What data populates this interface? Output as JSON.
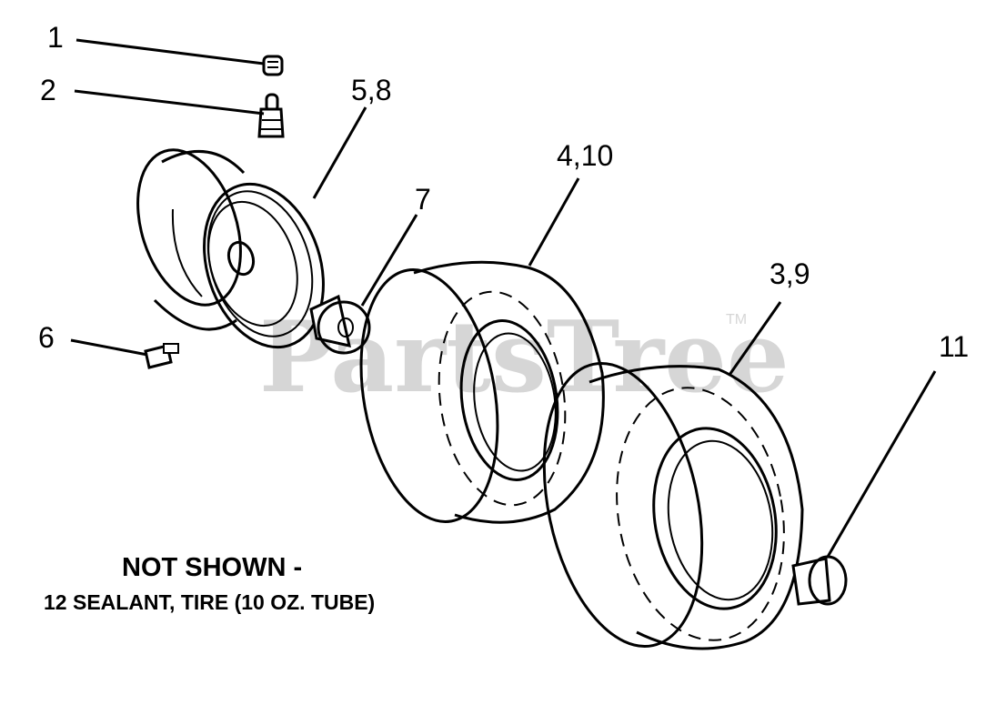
{
  "watermark": {
    "brand": "PartsTree",
    "trademark": "TM"
  },
  "callouts": {
    "c1": "1",
    "c2": "2",
    "c58": "5,8",
    "c410": "4,10",
    "c7": "7",
    "c39": "3,9",
    "c6": "6",
    "c11": "11"
  },
  "note": {
    "title": "NOT SHOWN -",
    "line": "12 SEALANT, TIRE (10 OZ. TUBE)"
  }
}
